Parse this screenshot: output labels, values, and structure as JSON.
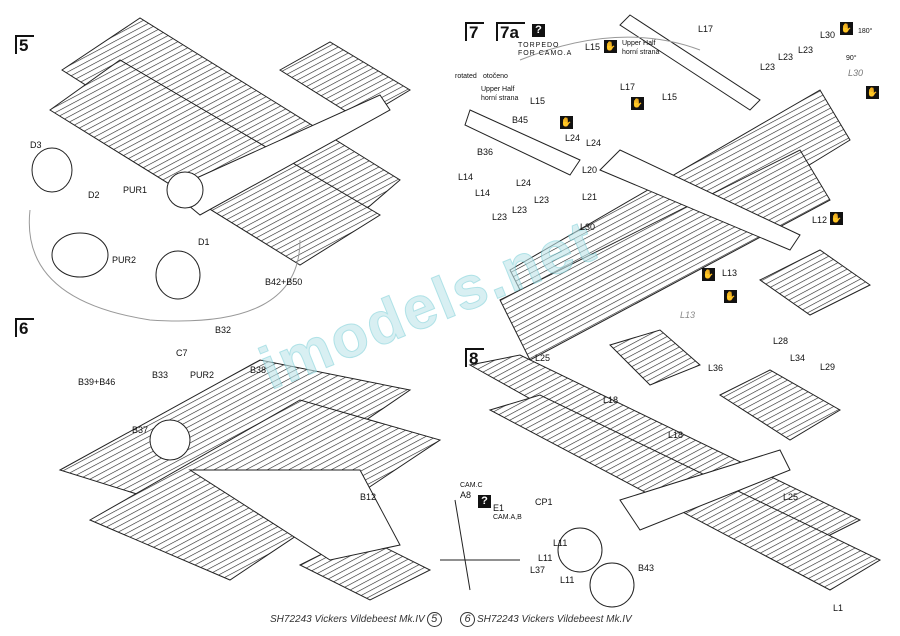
{
  "steps": {
    "s5": "5",
    "s6": "6",
    "s7": "7",
    "s7a": "7a",
    "s8": "8"
  },
  "step5": {
    "labels": [
      "D3",
      "D2",
      "PUR1",
      "PUR2",
      "D1"
    ]
  },
  "step6": {
    "labels": [
      "B42+B50",
      "B32",
      "B38",
      "C7",
      "B33",
      "PUR2",
      "B39+B46",
      "B37",
      "B12"
    ]
  },
  "step7": {
    "torpedo_note": "TORPEDO FOR CAMO.A",
    "rotated": "rotated",
    "rotated_cz": "otočeno",
    "upper_half": "Upper Half",
    "upper_half_cz": "horní strana",
    "labels": [
      "L15",
      "L15",
      "L15",
      "L17",
      "L17",
      "B45",
      "B36",
      "L14",
      "L14",
      "L24",
      "L24",
      "L24",
      "L20",
      "L21",
      "L23",
      "L23",
      "L23",
      "L23",
      "L23",
      "L23",
      "L30",
      "L30",
      "L12",
      "L13",
      "L13",
      "L30"
    ],
    "angle1": "180°",
    "angle2": "90°"
  },
  "step8": {
    "labels": [
      "L25",
      "L18",
      "L18",
      "L28",
      "L34",
      "L29",
      "L36",
      "CAM.C",
      "A8",
      "E1",
      "CP1",
      "CAM.A,B",
      "L11",
      "L11",
      "L11",
      "L37",
      "B43",
      "L1",
      "L25"
    ]
  },
  "icons": {
    "unknown": "?",
    "glue": "glue-icon"
  },
  "footer": {
    "left_title": "SH72243 Vickers Vildebeest Mk.IV",
    "left_page": "5",
    "right_title": "SH72243 Vickers Vildebeest Mk.IV",
    "right_page": "6"
  },
  "watermark": "imodels.net"
}
